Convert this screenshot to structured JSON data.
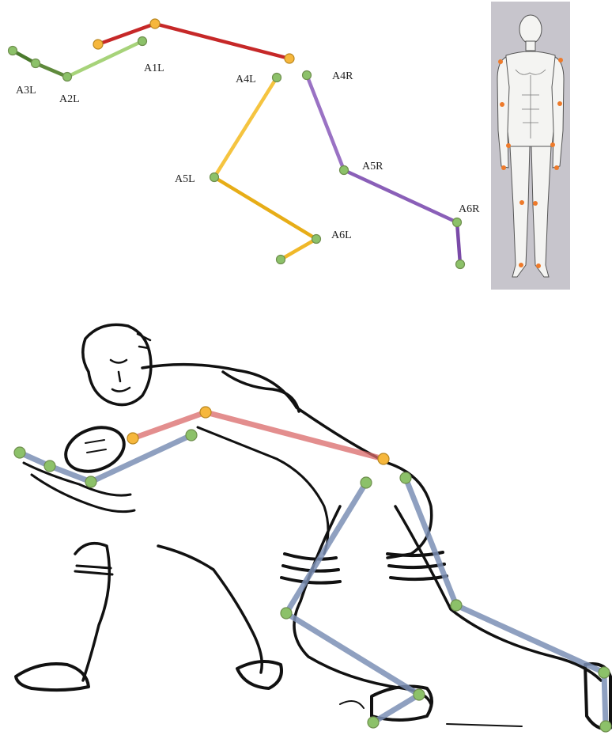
{
  "colors": {
    "torso_chain": "#c62828",
    "left_arm_upper": "#a7d37a",
    "left_arm_lower": "#5f8a3c",
    "left_leg": "#f5c440",
    "left_leg_lower": "#e7ad17",
    "right_leg": "#9a72c4",
    "right_leg_lower": "#7a4aa8",
    "joint_fill": "#8cc169",
    "torso_joint_fill": "#f6b73c",
    "photo_skeleton": "#7b8fb5",
    "photo_torso": "#d96868",
    "body_marker": "#ee7a2a",
    "panel_bg": "#c7c5cc"
  },
  "labels": {
    "a1l": "A1L",
    "a2l": "A2L",
    "a3l": "A3L",
    "a4l": "A4L",
    "a4r": "A4R",
    "a5l": "A5L",
    "a5r": "A5R",
    "a6l": "A6L",
    "a6r": "A6R"
  },
  "panels": {
    "skeleton_diagram": "skeleton",
    "body_reference": "human-body-with-joint-markers",
    "player_sketch": "rugby-tackle-line-drawing-with-skeleton-overlay"
  }
}
